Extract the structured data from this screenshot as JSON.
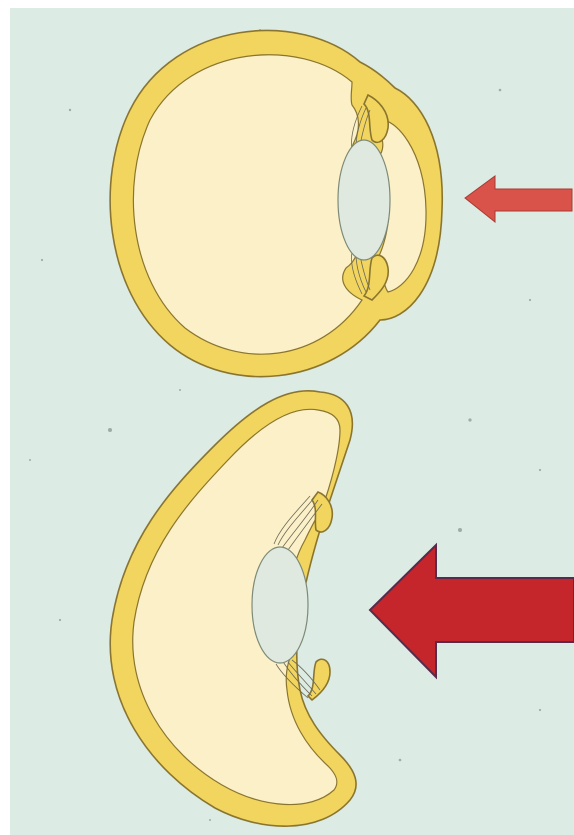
{
  "figure": {
    "description_colors": {
      "background": "#dcebe3",
      "sclera_fill": "#f2d55f",
      "sclera_stroke": "#8a7530",
      "interior_fill": "#fbf0c8",
      "lens_fill": "#dfe9df",
      "lens_stroke": "#7d8a78",
      "zonule_stroke": "#6d6a55",
      "arrow_small_fill": "#d9534a",
      "arrow_large_fill": "#c4262b",
      "arrow_large_stroke": "#5a2a4a"
    },
    "panels": [
      {
        "id": "intact-eye",
        "shape": "round",
        "arrow": "small-pressure-arrow"
      },
      {
        "id": "deformed-eye",
        "shape": "compressed",
        "arrow": "large-pressure-arrow"
      }
    ],
    "arrows": {
      "small": {
        "direction": "left",
        "relative_strength": 1
      },
      "large": {
        "direction": "left",
        "relative_strength": 2
      }
    }
  }
}
